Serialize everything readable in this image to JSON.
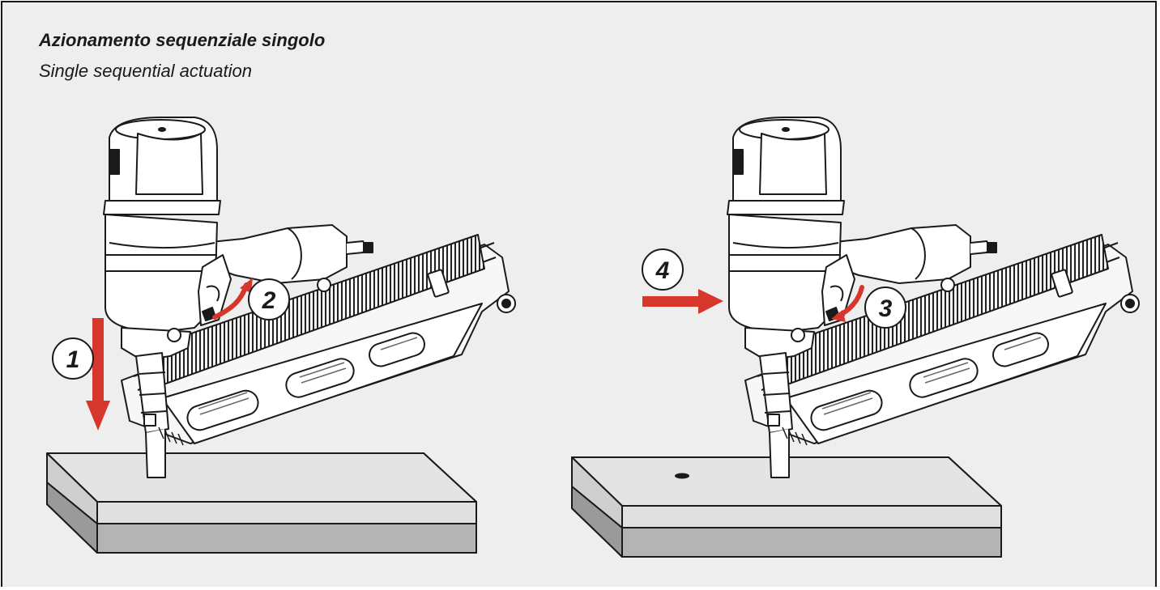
{
  "title_it": "Azionamento sequenziale singolo",
  "title_en": "Single sequential actuation",
  "steps": {
    "s1": "1",
    "s2": "2",
    "s3": "3",
    "s4": "4"
  },
  "colors": {
    "arrow": "#d6362b",
    "panel": "#eeeeee",
    "ink": "#1a1a1a",
    "board_top": "#e2e2e2",
    "board_mid": "#dadada",
    "board_low": "#b4b4b4"
  },
  "icons": [
    "nail-gun-illustration",
    "arrow-down",
    "arrow-curved-up",
    "arrow-curved-down",
    "arrow-right"
  ]
}
